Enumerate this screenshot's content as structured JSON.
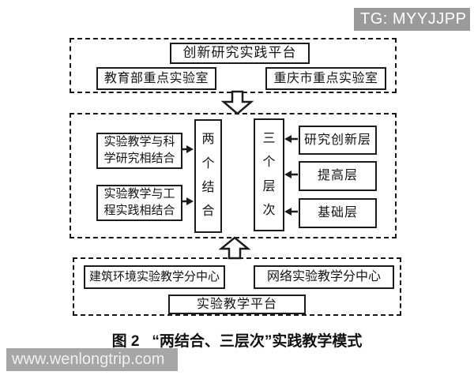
{
  "badges": {
    "telegram": "TG: MYYJJPP"
  },
  "diagram": {
    "top": {
      "title": "创新研究实践平台",
      "labs": [
        "教育部重点实验室",
        "重庆市重点实验室"
      ]
    },
    "middle": {
      "combinations": [
        {
          "lines": [
            "实验教学与科",
            "学研究相结合"
          ]
        },
        {
          "lines": [
            "实验教学与工",
            "程实践相结合"
          ]
        }
      ],
      "two_combinations": "两个结合",
      "three_levels": "三个层次",
      "levels": [
        "研究创新层",
        "提高层",
        "基础层"
      ]
    },
    "bottom": {
      "centers": [
        "建筑环境实验教学分中心",
        "网络实验教学分中心"
      ],
      "title": "实验教学平台"
    }
  },
  "caption": {
    "label": "图 2",
    "title": "“两结合、三层次”实践教学模式"
  },
  "watermark": {
    "url": "www.wenlongtrip.com"
  },
  "icons": {
    "down_arrow": "down-block-arrow",
    "up_arrow": "up-block-arrow",
    "connector": "solid-head-arrow"
  },
  "colors": {
    "line": "#1c1c1c",
    "badge_bg": "#9a9a9a",
    "watermark_bg": "#a6a6a6",
    "watermark_text": "#efefef"
  }
}
